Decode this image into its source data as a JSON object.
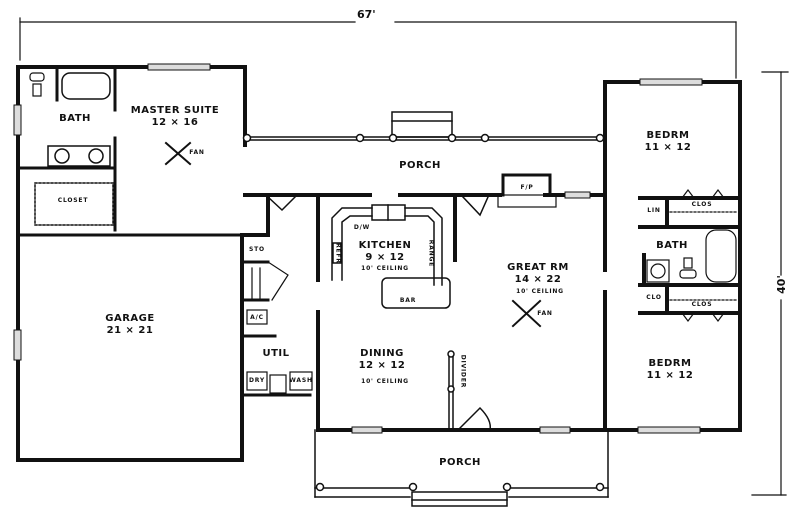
{
  "plan": {
    "overall_width": "67'",
    "overall_depth": "40'",
    "ink_color": "#111111",
    "background": "#ffffff"
  },
  "rooms": {
    "master_suite": {
      "name": "MASTER SUITE",
      "size": "12 × 16",
      "fan": "FAN"
    },
    "master_bath": {
      "name": "BATH"
    },
    "master_closet": {
      "name": "CLOSET"
    },
    "garage": {
      "name": "GARAGE",
      "size": "21 × 21"
    },
    "storage": {
      "name": "STO"
    },
    "ac": {
      "name": "A/C"
    },
    "util": {
      "name": "UTIL",
      "dryer": "DRY",
      "washer": "WASH"
    },
    "rear_porch": {
      "name": "PORCH"
    },
    "kitchen": {
      "name": "KITCHEN",
      "size": "9 × 12",
      "ceiling": "10' CEILING",
      "dw": "D/W",
      "refr": "REFR",
      "range": "RANGE",
      "bar": "BAR"
    },
    "dining": {
      "name": "DINING",
      "size": "12 × 12",
      "ceiling": "10' CEILING",
      "divider": "DIVIDER"
    },
    "great_room": {
      "name": "GREAT RM",
      "size": "14 × 22",
      "ceiling": "10' CEILING",
      "fan": "FAN",
      "fireplace": "F/P"
    },
    "bedroom_1": {
      "name": "BEDRM",
      "size": "11 × 12"
    },
    "bedroom_2": {
      "name": "BEDRM",
      "size": "11 × 12"
    },
    "hall_bath": {
      "name": "BATH"
    },
    "closets": {
      "lin": "LIN",
      "clos_upper": "CLOS",
      "clo": "CLO",
      "clos_lower": "CLOS"
    },
    "front_porch": {
      "name": "PORCH"
    }
  }
}
